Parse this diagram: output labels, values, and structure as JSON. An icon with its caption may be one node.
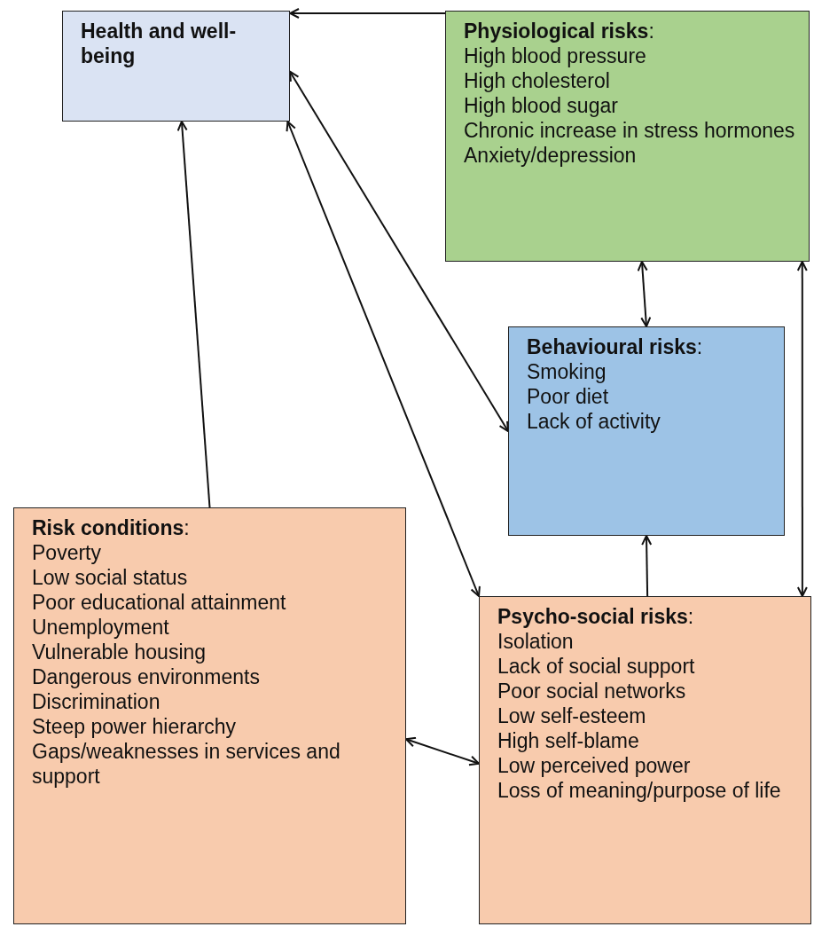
{
  "diagram": {
    "nodes": [
      {
        "text": [
          "Health and well-being"
        ]
      },
      {
        "text": [
          "**Physiological risks**:",
          "High blood pressure",
          "High cholesterol",
          "High blood sugar",
          "Chronic increase in stress hormones",
          "Anxiety/depression"
        ]
      },
      {
        "text": [
          "**Behavioural risks**:",
          "Smoking",
          "Poor diet",
          "Lack of activity"
        ]
      },
      {
        "text": [
          "**Risk conditions**:",
          "Poverty",
          "Low social status",
          "Poor educational attainment",
          "Unemployment",
          "Vulnerable housing",
          "Dangerous environments",
          "Discrimination",
          "Steep power hierarchy",
          "Gaps/weaknesses in services and support"
        ]
      },
      {
        "text": [
          "**Psycho-social risks**:",
          "Isolation",
          "Lack of social support",
          "Poor social networks",
          "Low self-esteem",
          "High self-blame",
          "Low perceived power",
          "Loss of meaning/purpose of life"
        ]
      }
    ],
    "edges": [
      {
        "from": 1,
        "to": 0,
        "arrow": "to"
      },
      {
        "from": 0,
        "to": 2,
        "arrow": "both"
      },
      {
        "from": 0,
        "to": 4,
        "arrow": "both"
      },
      {
        "from": 3,
        "to": 0,
        "arrow": "to"
      },
      {
        "from": 1,
        "to": 2,
        "arrow": "both"
      },
      {
        "from": 1,
        "to": 4,
        "arrow": "both"
      },
      {
        "from": 4,
        "to": 2,
        "arrow": "to"
      },
      {
        "from": 3,
        "to": 4,
        "arrow": "both"
      }
    ]
  }
}
